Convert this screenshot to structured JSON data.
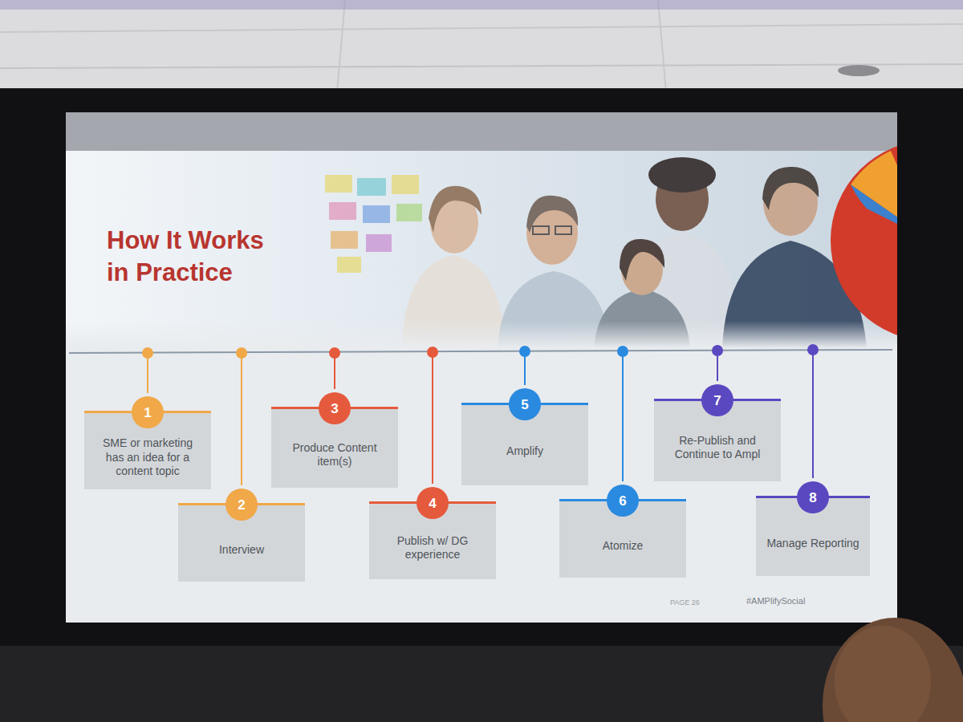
{
  "diagram": {
    "title": "How It Works in Practice",
    "nodes": [
      {
        "text": [
          "1",
          "SME or marketing has an idea for a content topic"
        ]
      },
      {
        "text": [
          "2",
          "Interview"
        ]
      },
      {
        "text": [
          "3",
          "Produce Content item(s)"
        ]
      },
      {
        "text": [
          "4",
          "Publish w/ DG experience"
        ]
      },
      {
        "text": [
          "5",
          "Amplify"
        ]
      },
      {
        "text": [
          "6",
          "Atomize"
        ]
      },
      {
        "text": [
          "7",
          "Re-Publish and Continue to Ampl"
        ]
      },
      {
        "text": [
          "8",
          "Manage Reporting"
        ]
      }
    ],
    "labels": [
      "PAGE 26",
      "#AMPlifySocial"
    ]
  }
}
